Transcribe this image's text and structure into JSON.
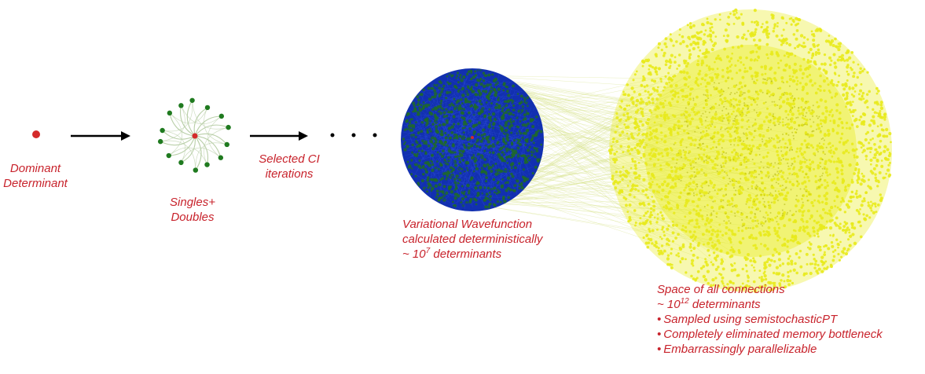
{
  "labels": {
    "dominant_line1": "Dominant",
    "dominant_line2": "Determinant",
    "singles_line1": "Singles+",
    "singles_line2": "Doubles",
    "selected_line1": "Selected CI",
    "selected_line2": "iterations",
    "variational_line1": "Variational Wavefunction",
    "variational_line2": "calculated deterministically",
    "variational_line3_prefix": "~ 10",
    "variational_line3_exp": "7",
    "variational_line3_suffix": " determinants",
    "space_line1": "Space of all connections",
    "space_line2_prefix": "~ 10",
    "space_line2_exp": "12",
    "space_line2_suffix": " determinants"
  },
  "bullet_symbol": "•",
  "bullets": [
    "Sampled using semistochasticPT",
    "Completely eliminated memory bottleneck",
    "Embarrassingly parallelizable"
  ],
  "colors": {
    "text": "#c8232c",
    "dominant_node": "#d42a2a",
    "singles_nodes": "#1f7a1f",
    "singles_edges": "#b9cfa8",
    "variational_blue": "#1230b0",
    "variational_green": "#1f6a28",
    "space_yellow": "#e8ea1c",
    "space_edges": "#d6e28a",
    "arrow": "#000000"
  }
}
